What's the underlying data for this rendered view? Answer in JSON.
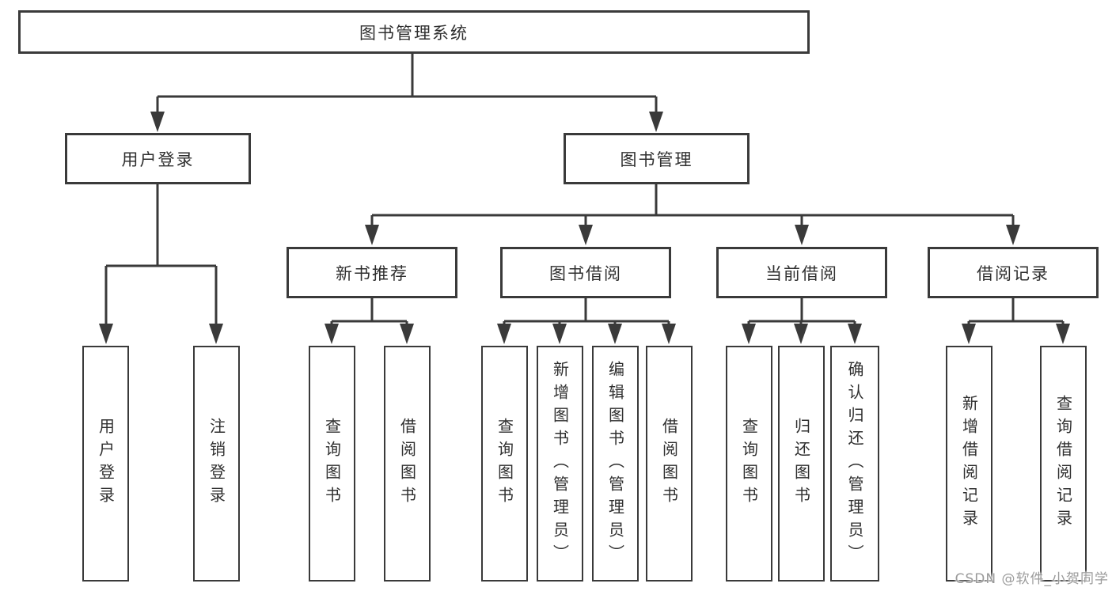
{
  "colors": {
    "line": "#3a3a3a",
    "text": "#2f2f2f",
    "background": "#ffffff",
    "watermark_color": "#9b9b9b"
  },
  "root": {
    "label": "图书管理系统"
  },
  "level2": [
    {
      "label": "用户登录"
    },
    {
      "label": "图书管理"
    }
  ],
  "level3": [
    {
      "label": "新书推荐",
      "parent": "图书管理"
    },
    {
      "label": "图书借阅",
      "parent": "图书管理"
    },
    {
      "label": "当前借阅",
      "parent": "图书管理"
    },
    {
      "label": "借阅记录",
      "parent": "图书管理"
    }
  ],
  "leaves": [
    {
      "label": "用户登录",
      "parent": "用户登录"
    },
    {
      "label": "注销登录",
      "parent": "用户登录"
    },
    {
      "label": "查询图书",
      "parent": "新书推荐"
    },
    {
      "label": "借阅图书",
      "parent": "新书推荐"
    },
    {
      "label": "查询图书",
      "parent": "图书借阅"
    },
    {
      "label": "新增图书（管理员）",
      "parent": "图书借阅"
    },
    {
      "label": "编辑图书（管理员）",
      "parent": "图书借阅"
    },
    {
      "label": "借阅图书",
      "parent": "图书借阅"
    },
    {
      "label": "查询图书",
      "parent": "当前借阅"
    },
    {
      "label": "归还图书",
      "parent": "当前借阅"
    },
    {
      "label": "确认归还（管理员）",
      "parent": "当前借阅"
    },
    {
      "label": "新增借阅记录",
      "parent": "借阅记录"
    },
    {
      "label": "查询借阅记录",
      "parent": "借阅记录"
    }
  ],
  "watermark": {
    "text": "CSDN @软件_小贺同学"
  }
}
